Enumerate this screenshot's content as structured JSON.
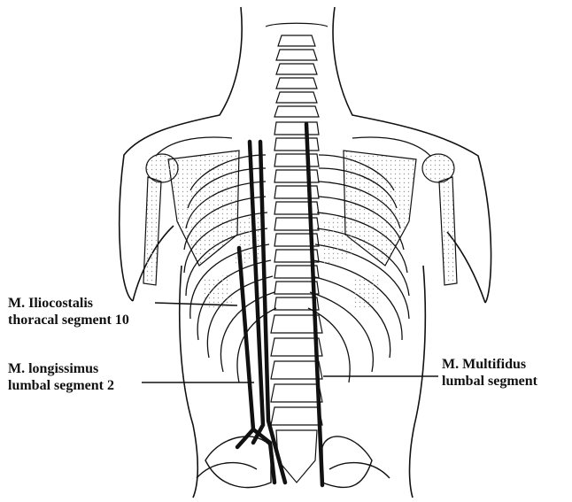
{
  "labels": {
    "iliocostalis": {
      "line1": "M. Iliocostalis",
      "line2": "thoracal segment 10"
    },
    "longissimus": {
      "line1": "M. longissimus",
      "line2": "lumbal segment 2"
    },
    "multifidus": {
      "line1": "M. Multifidus",
      "line2": "lumbal segment"
    }
  },
  "colors": {
    "ink": "#111111",
    "stipple": "#9a9a9a",
    "background": "#ffffff"
  }
}
